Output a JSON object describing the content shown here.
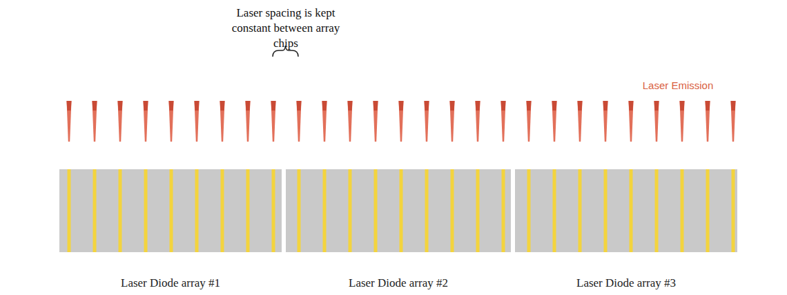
{
  "diagram": {
    "nodes": [
      {
        "text": [
          "Laser Diode array #1"
        ]
      },
      {
        "text": [
          "Laser Diode array #2"
        ]
      },
      {
        "text": [
          "Laser Diode array #3"
        ]
      }
    ],
    "labels": [
      "Laser spacing is kept constant between array chips",
      "Laser Emission"
    ]
  }
}
